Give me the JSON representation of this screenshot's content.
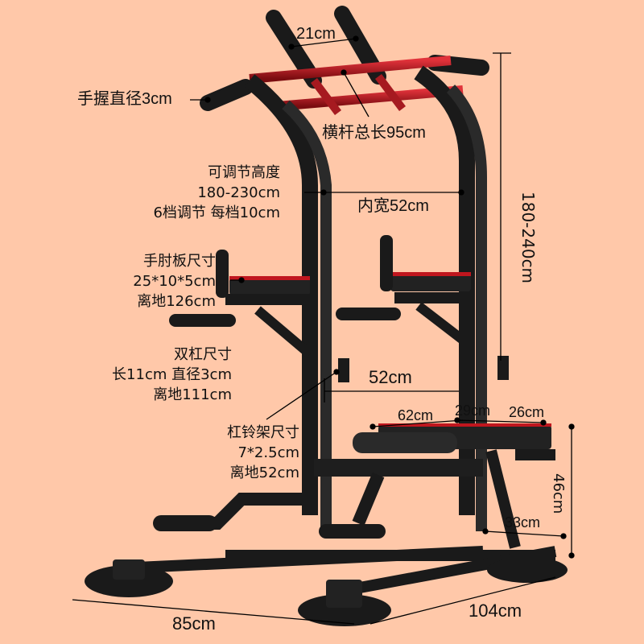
{
  "product": "pull-up dip station power tower",
  "colors": {
    "background": "#FFC8A9",
    "frame": "#1c1c1c",
    "accent_red": "#c0161e",
    "text": "#111111"
  },
  "labels": {
    "grip_width": "21cm",
    "handle_diameter": "手握直径3cm",
    "crossbar_length": "横杆总长95cm",
    "adjust_height": [
      "可调节高度",
      "180-230cm",
      "6档调节 每档10cm"
    ],
    "inner_width": "内宽52cm",
    "total_height": "180-240cm",
    "elbow_pad": [
      "手肘板尺寸",
      "25*10*5cm",
      "离地126cm"
    ],
    "dip_bar": [
      "双杠尺寸",
      "长11cm 直径3cm",
      "离地111cm"
    ],
    "mid_width": "52cm",
    "barbell_rack": [
      "杠铃架尺寸",
      "7*2.5cm",
      "离地52cm"
    ],
    "bench_length": "62cm",
    "bench_mid": "29cm",
    "bench_end": "26cm",
    "bench_height": "46cm",
    "bench_leg": "33cm",
    "base_depth": "85cm",
    "base_width": "104cm"
  }
}
